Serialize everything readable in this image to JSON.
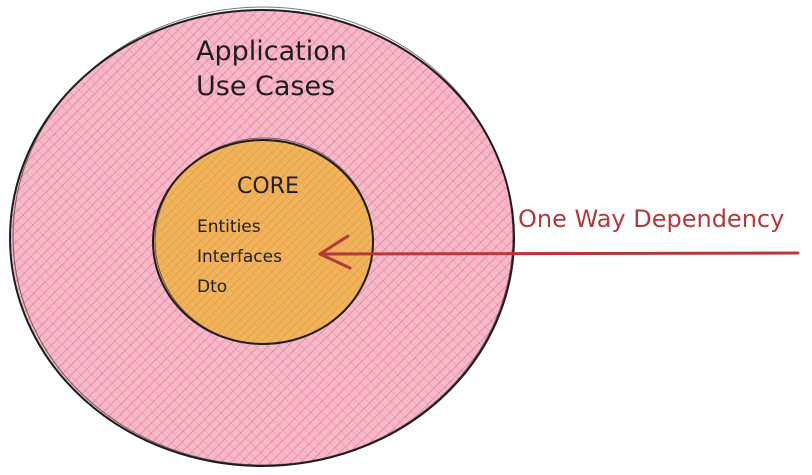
{
  "outer_circle": {
    "title_line1": "Application",
    "title_line2": "Use Cases",
    "fill": "#f4aec0",
    "hatch": "#e0557a",
    "stroke": "#1e1e1e"
  },
  "inner_circle": {
    "title": "CORE",
    "items": [
      "Entities",
      "Interfaces",
      "Dto"
    ],
    "fill": "#f0b45c",
    "hatch": "#e07f1c",
    "stroke": "#1e1e1e"
  },
  "arrow": {
    "label": "One Way Dependency",
    "color": "#b23a3a"
  },
  "text_color": "#1e1e1e"
}
